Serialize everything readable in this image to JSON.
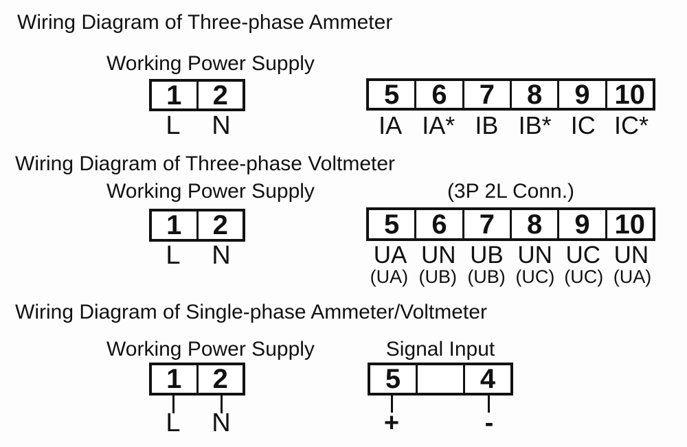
{
  "colors": {
    "background": "#fdfdfd",
    "ink": "#111111"
  },
  "sections": [
    {
      "title": "Wiring Diagram of Three-phase Ammeter",
      "power": {
        "label": "Working Power Supply",
        "cells": [
          "1",
          "2"
        ],
        "terminals": [
          "L",
          "N"
        ]
      },
      "signal": {
        "cells": [
          "5",
          "6",
          "7",
          "8",
          "9",
          "10"
        ],
        "terminals": [
          "IA",
          "IA*",
          "IB",
          "IB*",
          "IC",
          "IC*"
        ]
      }
    },
    {
      "title": "Wiring Diagram of Three-phase Voltmeter",
      "power": {
        "label": "Working Power Supply",
        "cells": [
          "1",
          "2"
        ],
        "terminals": [
          "L",
          "N"
        ]
      },
      "signal": {
        "label": "(3P 2L Conn.)",
        "cells": [
          "5",
          "6",
          "7",
          "8",
          "9",
          "10"
        ],
        "terminals": [
          "UA",
          "UN",
          "UB",
          "UN",
          "UC",
          "UN"
        ],
        "alt_terminals": [
          "(UA)",
          "(UB)",
          "(UB)",
          "(UC)",
          "(UC)",
          "(UA)"
        ]
      }
    },
    {
      "title": "Wiring Diagram of Single-phase Ammeter/Voltmeter",
      "power": {
        "label": "Working Power Supply",
        "cells": [
          "1",
          "2"
        ],
        "terminals": [
          "L",
          "N"
        ]
      },
      "signal": {
        "label": "Signal Input",
        "cells": [
          "5",
          "",
          "4"
        ],
        "terminals": [
          "+",
          "-"
        ]
      }
    }
  ]
}
